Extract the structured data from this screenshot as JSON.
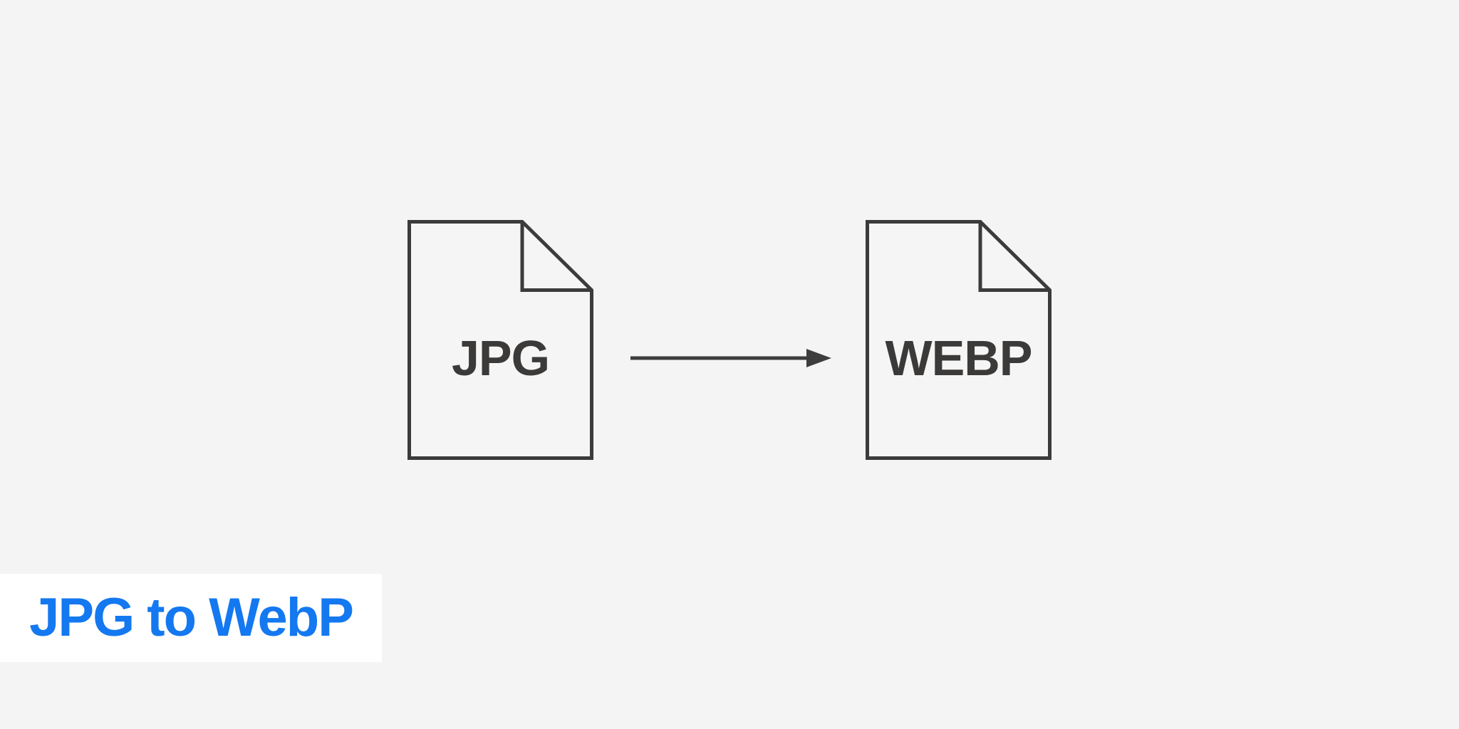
{
  "colors": {
    "background": "#f4f4f5",
    "doc_fill": "#f5f5f6",
    "outline": "#3b3b3b",
    "file_label_text": "#3b3a39",
    "arrow": "#3d3d3d",
    "title_bg": "#ffffff",
    "title_text": "#1478f0"
  },
  "source_file": {
    "label": "JPG"
  },
  "target_file": {
    "label": "WEBP"
  },
  "arrow": {
    "direction": "right"
  },
  "title": {
    "text": "JPG to WebP"
  }
}
